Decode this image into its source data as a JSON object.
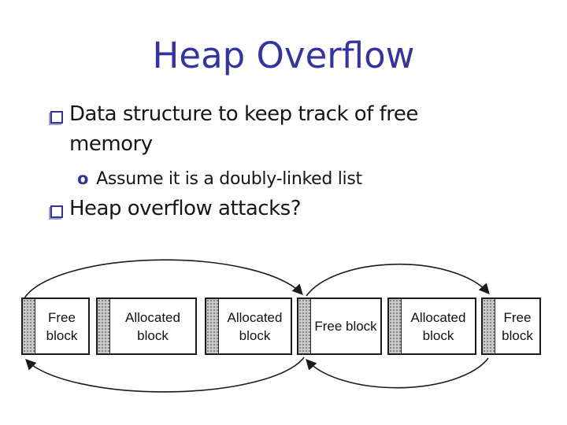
{
  "slide": {
    "title": "Heap Overflow",
    "bullets": [
      {
        "level": 1,
        "lines": [
          "Data structure to keep track of free",
          "memory"
        ]
      },
      {
        "level": 2,
        "marker": "o",
        "text": "Assume it is a doubly-linked list"
      },
      {
        "level": 1,
        "text": "Heap overflow attacks?"
      }
    ]
  },
  "diagram": {
    "description": "Doubly-linked free list over heap memory blocks",
    "blocks": [
      {
        "label": "Free block"
      },
      {
        "label": "Allocated block"
      },
      {
        "label": "Allocated block"
      },
      {
        "label": "Free block"
      },
      {
        "label": "Allocated block"
      },
      {
        "label": "Free block"
      }
    ]
  },
  "colors": {
    "title_text": "#3333a2",
    "bullet_marker": "#333399",
    "body_text": "#161616",
    "block_border": "#1a1a1a",
    "strip_gray": "#c9c9c9",
    "arc_stroke": "#1a1a1a"
  }
}
